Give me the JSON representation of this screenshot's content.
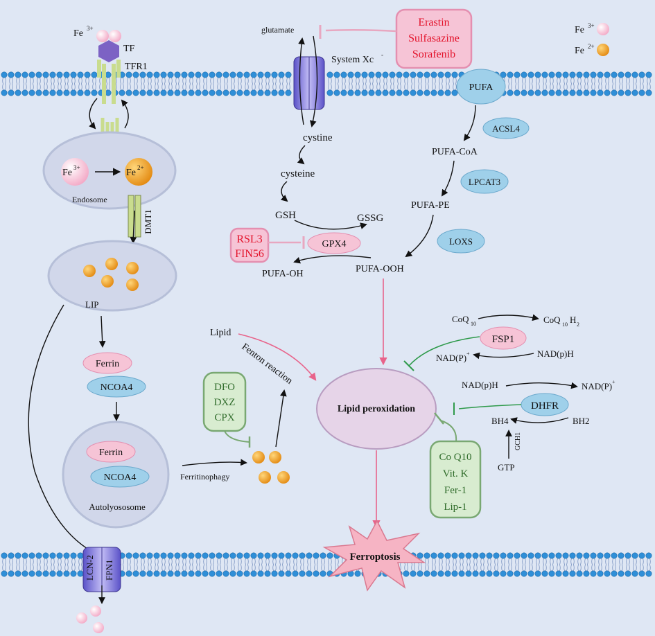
{
  "labels": {
    "fe3_sup_a": "Fe",
    "fe3_sup_b": "3+",
    "tf": "TF",
    "tfr1": "TFR1",
    "glutamate": "glutamate",
    "system_xc": "System Xc",
    "system_xc_sup": "-",
    "cystine": "cystine",
    "cysteine": "cysteine",
    "gsh": "GSH",
    "gssg": "GSSG",
    "gpx4": "GPX4",
    "pufa_oh": "PUFA-OH",
    "pufa_ooh": "PUFA-OOH",
    "pufa": "PUFA",
    "acsl4": "ACSL4",
    "pufa_coa": "PUFA-CoA",
    "lpcat3": "LPCAT3",
    "pufa_pe": "PUFA-PE",
    "loxs": "LOXS",
    "endosome": "Endosome",
    "endo_fe3": "Fe",
    "endo_fe3_sup": "3+",
    "endo_fe2": "Fe",
    "endo_fe2_sup": "2+",
    "dmt1": "DMT1",
    "lip": "LIP",
    "ferrin": "Ferrin",
    "ncoa4": "NCOA4",
    "autolysosome": "Autolyososome",
    "ferritinophagy": "Ferritinophagy",
    "lipid": "Lipid",
    "fenton": "Fenton reaction",
    "lipid_peroxidation": "Lipid peroxidation",
    "ferroptosis": "Ferroptosis",
    "coq10": "CoQ",
    "coq10_sub": "10",
    "coq10h2": "CoQ",
    "coq10h2_sub": "10",
    "coq10h2_h": "H",
    "coq10h2_sub2": "2",
    "fsp1": "FSP1",
    "nadp_plus": "NAD(P)",
    "nadp_plus_sup": "+",
    "nadph": "NAD(p)H",
    "nadph2": "NAD(p)H",
    "nadp_plus2": "NAD(P)",
    "nadp_plus2_sup": "+",
    "dhfr": "DHFR",
    "bh4": "BH4",
    "bh2": "BH2",
    "gch1": "GCH1",
    "gtp": "GTP",
    "lcn2": "LCN-2",
    "fpn1": "FPN1"
  },
  "legend": {
    "fe3": "Fe",
    "fe3_sup": "3+",
    "fe2": "Fe",
    "fe2_sup": "2+"
  },
  "inhibitor_boxes": {
    "xc_inhibitors": [
      "Erastin",
      "Sulfasazine",
      "Sorafenib"
    ],
    "gpx4_inhibitors": [
      "RSL3",
      "FIN56"
    ],
    "chelators": [
      "DFO",
      "DXZ",
      "CPX"
    ],
    "antioxidants": [
      "Co Q10",
      "Vit. K",
      "Fer-1",
      "Lip-1"
    ]
  },
  "colors": {
    "background": "#dfe7f4",
    "membrane_bead": "#2f8fd8",
    "pink_fill": "#f6c4d6",
    "blue_fill": "#9fd0ea",
    "fe2_orange": "#f0a020",
    "red_text": "#e3122a",
    "green_text": "#2f6b2a",
    "arrow_pink": "#e8638a",
    "arrow_green": "#2e9a4a"
  }
}
